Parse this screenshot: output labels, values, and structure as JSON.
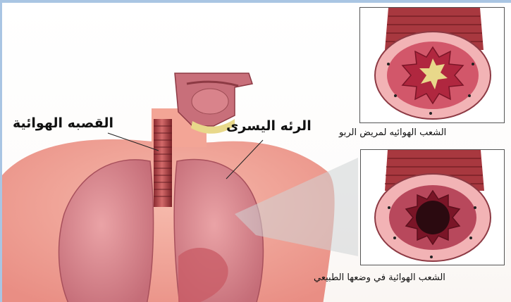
{
  "labels": {
    "trachea": "القصبه الهوائية",
    "left_lung": "الرئه اليسرى",
    "asthma_airway": "الشعب الهوائيه لمريض الربو",
    "normal_airway": "الشعب الهوائية في وضعها الطبيعي"
  },
  "colors": {
    "frame": "#a9c5e3",
    "skin": "#f0a79a",
    "lung": "#d9838b",
    "muscle": "#b5424a",
    "mucus": "#e8d88a",
    "inflamed_lining": "#c0304a"
  }
}
